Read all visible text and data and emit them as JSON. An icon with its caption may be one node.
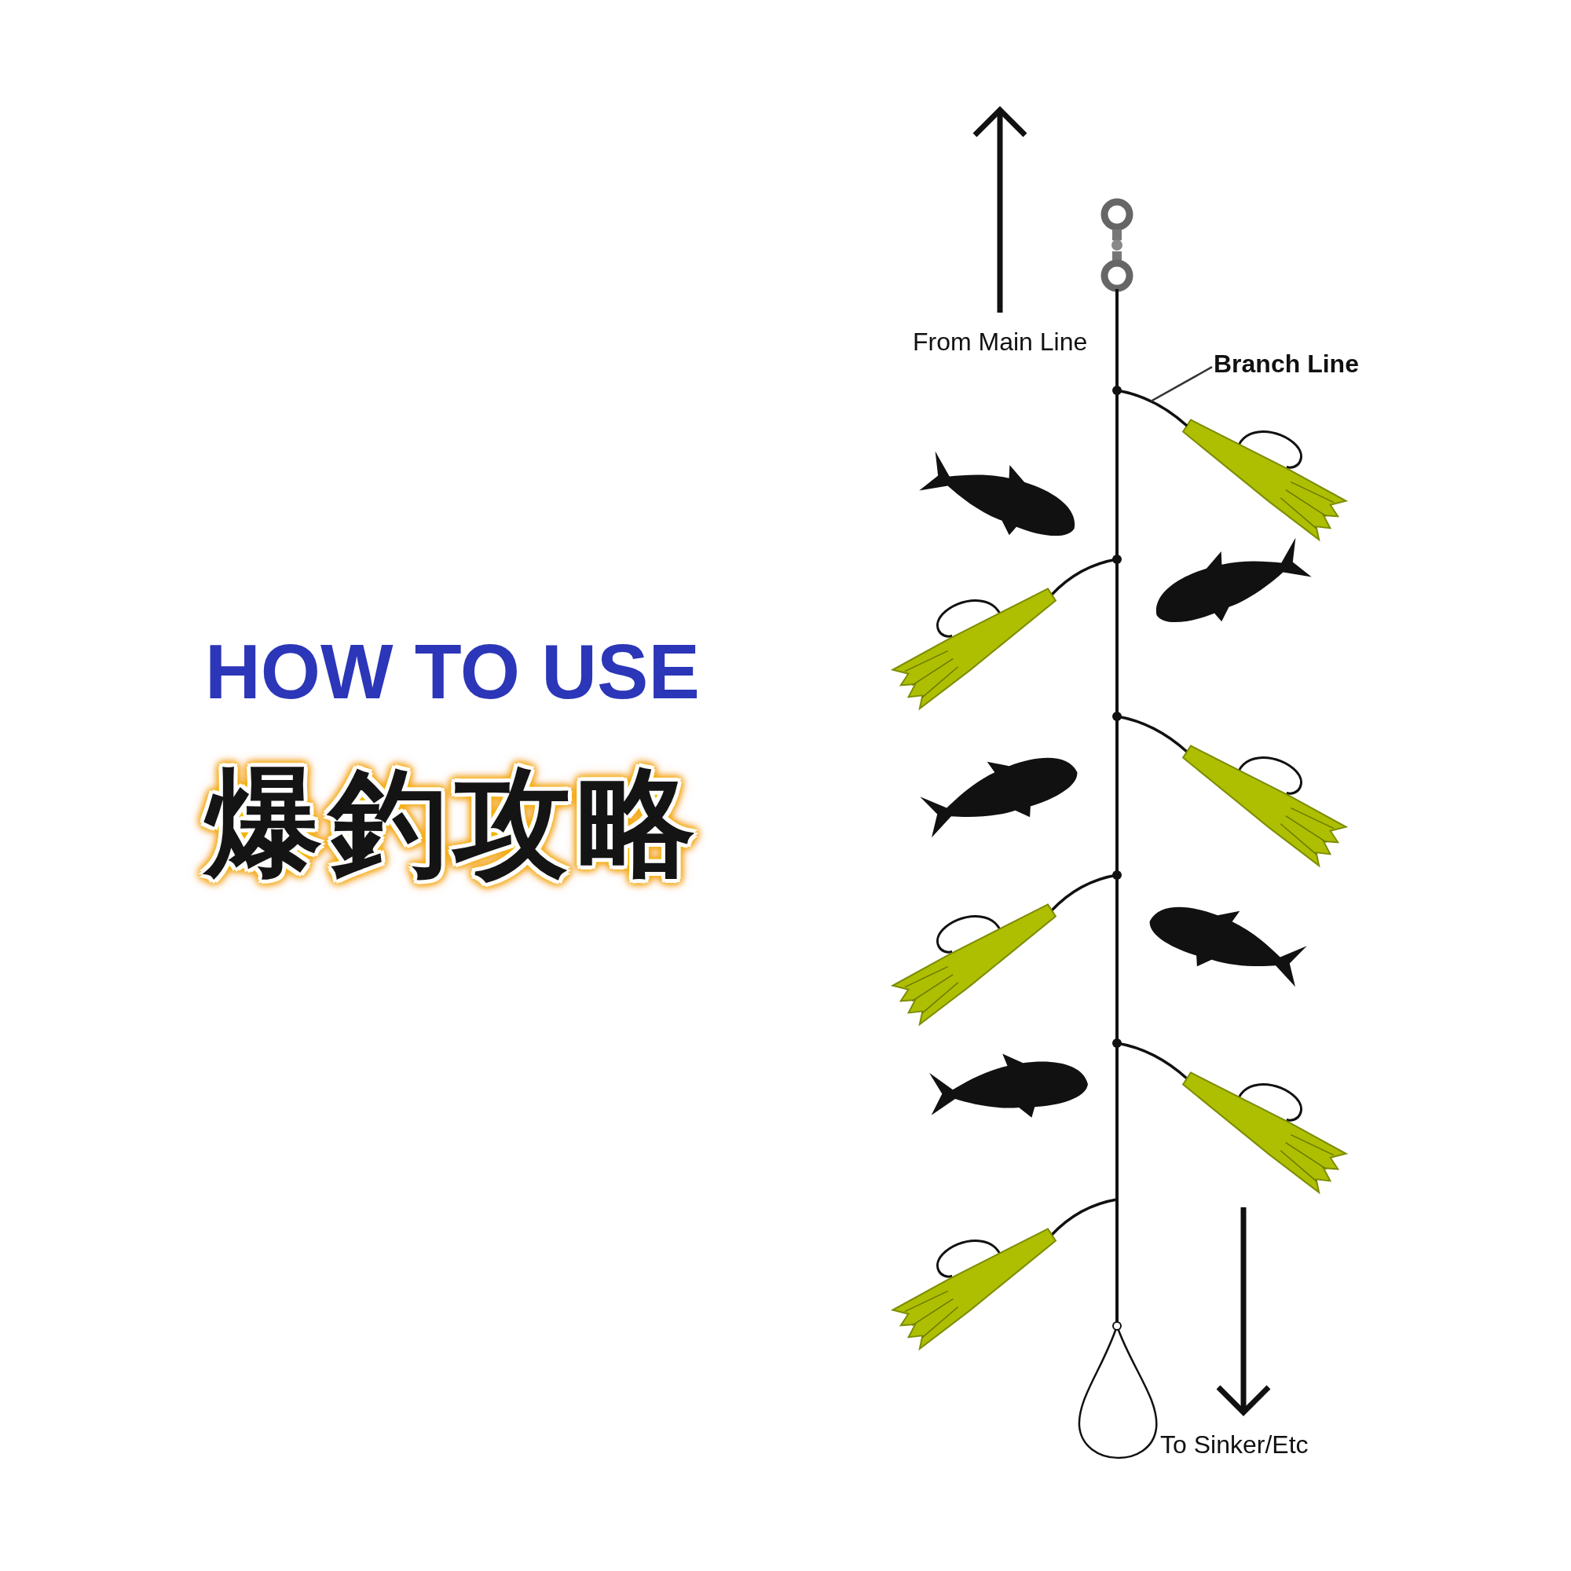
{
  "diagram": {
    "title": "HOW TO USE",
    "nodes": [
      {
        "text": [
          "Branch Line"
        ]
      },
      {
        "text": [],
        "shape": "line"
      }
    ],
    "edges": [
      {
        "from": 0,
        "to": 1,
        "arrow": "none"
      }
    ],
    "labels": [
      "爆釣攻略",
      "From Main Line",
      "To Sinker/Etc"
    ]
  }
}
